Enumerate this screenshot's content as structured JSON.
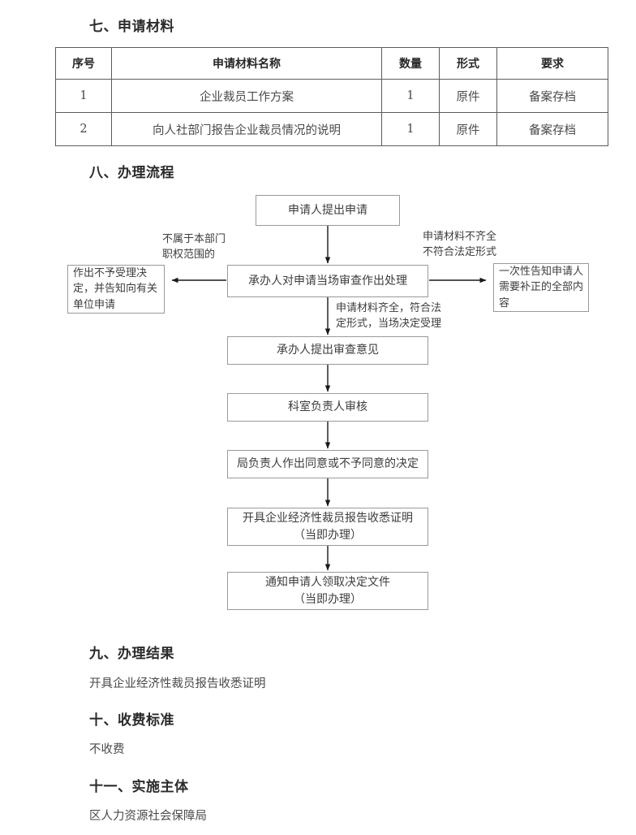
{
  "sections": {
    "materials": {
      "heading": "七、申请材料",
      "table": {
        "headers": [
          "序号",
          "申请材料名称",
          "数量",
          "形式",
          "要求"
        ],
        "rows": [
          [
            "1",
            "企业裁员工作方案",
            "1",
            "原件",
            "备案存档"
          ],
          [
            "2",
            "向人社部门报告企业裁员情况的说明",
            "1",
            "原件",
            "备案存档"
          ]
        ]
      }
    },
    "process": {
      "heading": "八、办理流程",
      "nodes": {
        "start": "申请人提出申请",
        "review": "承办人对申请当场审查作出处理",
        "reject": "作出不予受理决定，并告知向有关单位申请",
        "supplement": "一次性告知申请人需要补正的全部内容",
        "opinion": "承办人提出审查意见",
        "dept_check": "科室负责人审核",
        "bureau_decision": "局负责人作出同意或不予同意的决定",
        "issue_cert_line1": "开具企业经济性裁员报告收悉证明",
        "issue_cert_line2": "（当即办理）",
        "notify_line1": "通知申请人领取决定文件",
        "notify_line2": "（当即办理）"
      },
      "edge_labels": {
        "left_line1": "不属于本部门",
        "left_line2": "职权范围的",
        "right_line1": "申请材料不齐全",
        "right_line2": "不符合法定形式",
        "down_line1": "申请材料齐全，符合法",
        "down_line2": "定形式，当场决定受理"
      }
    },
    "result": {
      "heading": "九、办理结果",
      "text": "开具企业经济性裁员报告收悉证明"
    },
    "fee": {
      "heading": "十、收费标准",
      "text": "不收费"
    },
    "authority": {
      "heading": "十一、实施主体",
      "text": "区人力资源社会保障局"
    }
  },
  "colors": {
    "text": "#3a3a3a",
    "heading": "#2b2b2b",
    "table_border": "#5c5c5c",
    "box_border": "#9a9a9a",
    "arrow": "#1a1a1a"
  }
}
